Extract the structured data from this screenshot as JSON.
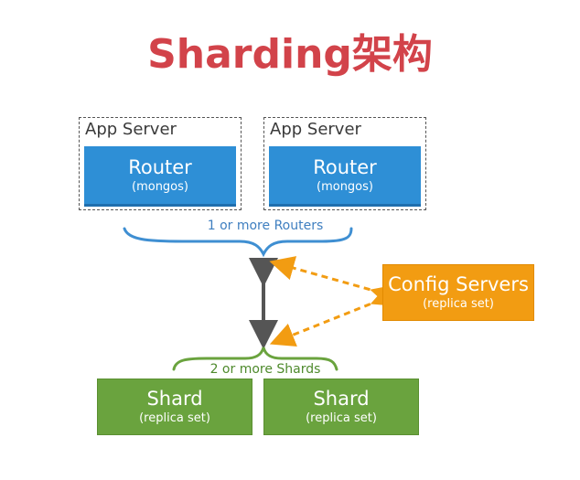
{
  "title": "Sharding架构",
  "app_servers": [
    {
      "label": "App Server",
      "router": {
        "title": "Router",
        "subtitle": "(mongos)"
      }
    },
    {
      "label": "App Server",
      "router": {
        "title": "Router",
        "subtitle": "(mongos)"
      }
    }
  ],
  "routers_caption": "1 or more Routers",
  "config_servers": {
    "title": "Config Servers",
    "subtitle": "(replica set)"
  },
  "shards_caption": "2 or more Shards",
  "shards": [
    {
      "title": "Shard",
      "subtitle": "(replica set)"
    },
    {
      "title": "Shard",
      "subtitle": "(replica set)"
    }
  ],
  "colors": {
    "title": "#d2434a",
    "router": "#2e8fd6",
    "config": "#f29c12",
    "shard": "#6aa33e",
    "router_caption": "#3f7fc0",
    "shard_caption": "#4e8a2c",
    "arrow_gray": "#555555"
  }
}
